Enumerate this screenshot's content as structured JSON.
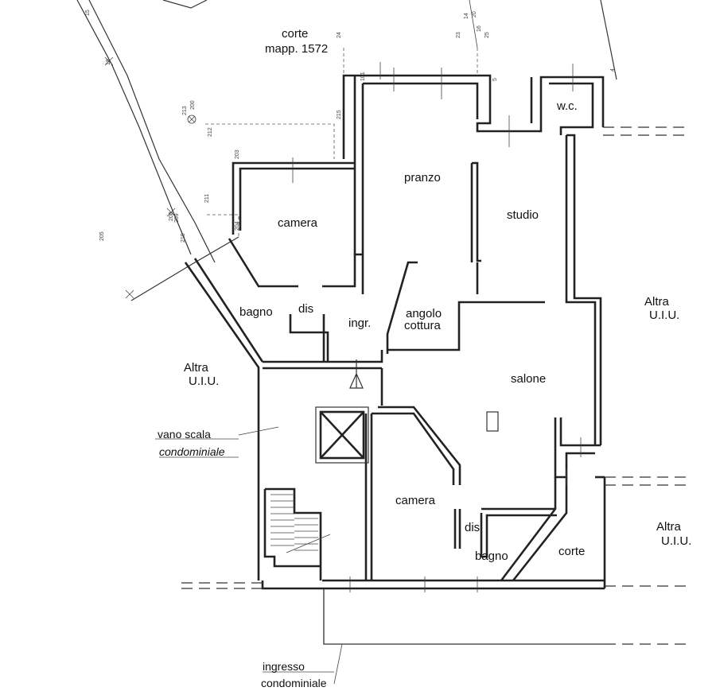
{
  "plan": {
    "rooms": {
      "corte_top": "corte",
      "mapp": "mapp. 1572",
      "wc": "w.c.",
      "pranzo": "pranzo",
      "studio": "studio",
      "camera_top": "camera",
      "bagno_top": "bagno",
      "dis_top": "dis",
      "ingr": "ingr.",
      "angolo": "angolo",
      "cottura": "cottura",
      "salone": "salone",
      "camera_bottom": "camera",
      "dis_bottom": "dis",
      "bagno_bottom": "bagno",
      "corte_bottom": "corte"
    },
    "neighbours": {
      "altra": "Altra",
      "uiu": "U.I.U."
    },
    "notes": {
      "vano_scala": "vano scala",
      "condominiale_italic": "condominiale",
      "ingresso": "ingresso",
      "condominiale": "condominiale"
    },
    "survey_points": [
      "101",
      "215",
      "213",
      "212",
      "211",
      "210",
      "209",
      "208",
      "205",
      "203",
      "204",
      "200",
      "14",
      "15",
      "16",
      "20",
      "23",
      "24",
      "25",
      "18",
      "4",
      "5"
    ]
  }
}
